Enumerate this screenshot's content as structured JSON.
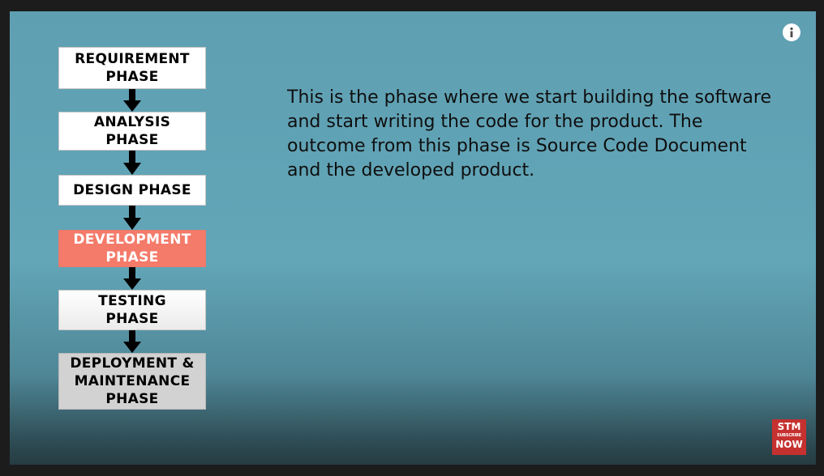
{
  "phases": [
    {
      "label": "REQUIREMENT\nPHASE",
      "state": "normal"
    },
    {
      "label": "ANALYSIS\nPHASE",
      "state": "normal"
    },
    {
      "label": "DESIGN PHASE",
      "state": "normal"
    },
    {
      "label": "DEVELOPMENT\nPHASE",
      "state": "active"
    },
    {
      "label": "TESTING\nPHASE",
      "state": "normal"
    },
    {
      "label": "DEPLOYMENT &\nMAINTENANCE\nPHASE",
      "state": "normal"
    }
  ],
  "description": "This is the phase where we start building the software and start writing the code for the product. The outcome from this phase is Source Code Document and the developed product.",
  "badge": {
    "top": "STM",
    "middle": "SUBSCRIBE",
    "bottom": "NOW"
  },
  "icons": {
    "info": "info-icon",
    "arrow": "arrow-down-icon"
  },
  "colors": {
    "slide_background": "#62a6b8",
    "active_phase": "#f47a6a",
    "badge": "#c5312f"
  }
}
